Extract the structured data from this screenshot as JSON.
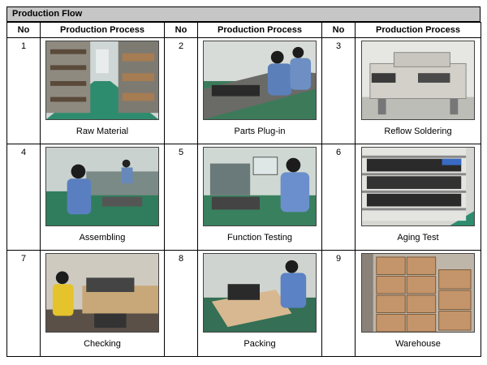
{
  "title": "Production Flow",
  "headers": {
    "no": "No",
    "process": "Production Process"
  },
  "steps": [
    {
      "no": "1",
      "label": "Raw Material",
      "photo": "warehouse-shelves-photo"
    },
    {
      "no": "2",
      "label": "Parts Plug-in",
      "photo": "assembly-line-workers-photo"
    },
    {
      "no": "3",
      "label": "Reflow Soldering",
      "photo": "reflow-oven-photo"
    },
    {
      "no": "4",
      "label": "Assembling",
      "photo": "assembly-workers-photo"
    },
    {
      "no": "5",
      "label": "Function Testing",
      "photo": "testing-station-photo"
    },
    {
      "no": "6",
      "label": "Aging Test",
      "photo": "aging-rack-photo"
    },
    {
      "no": "7",
      "label": "Checking",
      "photo": "checking-worker-photo"
    },
    {
      "no": "8",
      "label": "Packing",
      "photo": "packing-photo"
    },
    {
      "no": "9",
      "label": "Warehouse",
      "photo": "carton-stack-photo"
    }
  ]
}
